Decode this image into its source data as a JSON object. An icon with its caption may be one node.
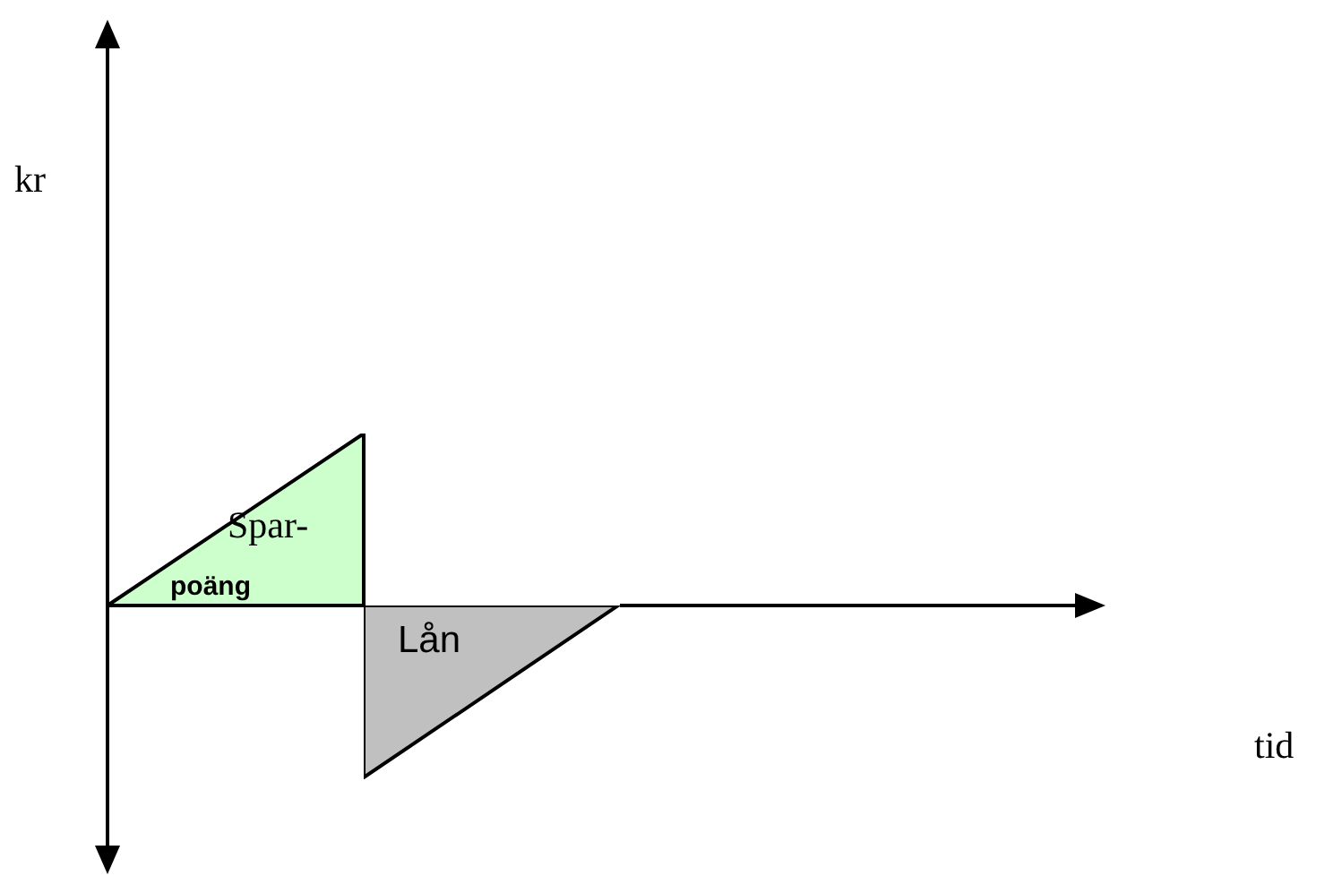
{
  "diagram": {
    "nodes": [
      {
        "text": [
          "Spar-",
          "poäng"
        ]
      },
      {
        "text": [
          "Lån"
        ]
      }
    ],
    "labels": [
      "kr",
      "tid"
    ]
  }
}
